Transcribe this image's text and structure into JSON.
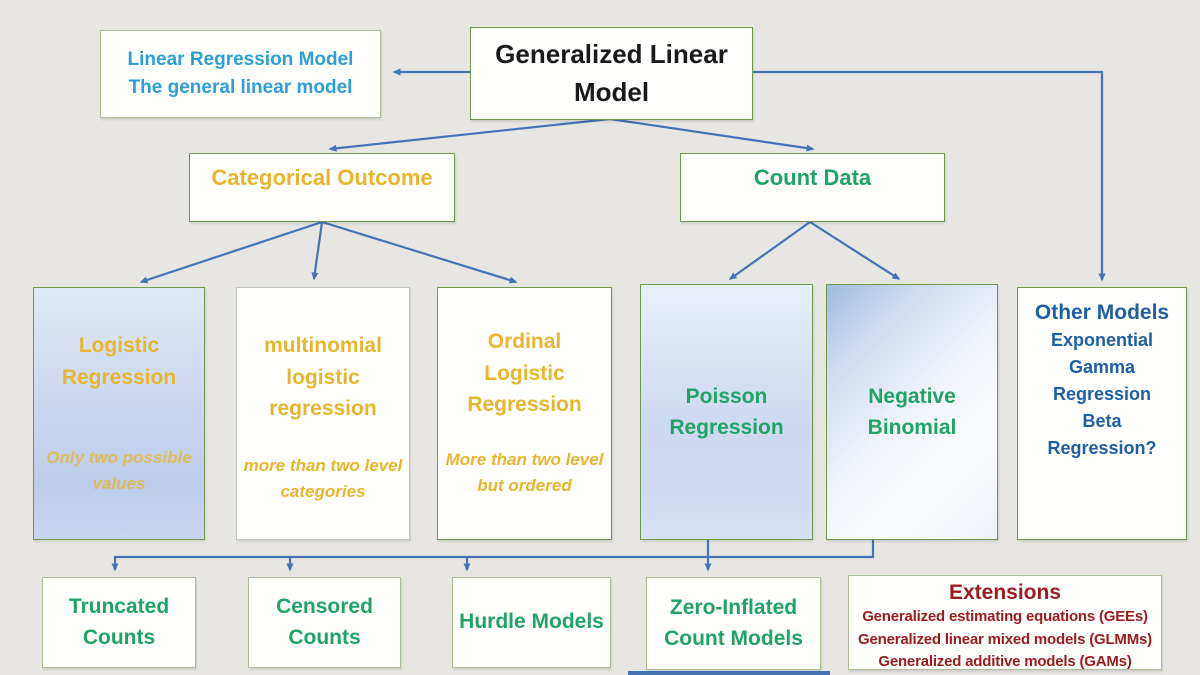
{
  "colors": {
    "bg": "#e8e6e3",
    "border-green": "#6f9a4e",
    "border-sage": "#abbf96",
    "wire-blue": "#4673b4",
    "gold": "#e8b52f",
    "green": "#21a366",
    "lt-blue": "#2e9fd6",
    "dk-blue": "#1e5fa5",
    "dk-red": "#9b1b1e"
  },
  "nodes": {
    "glm": {
      "label": "Generalized Linear Model"
    },
    "linear_regression": {
      "line1": "Linear Regression Model",
      "line2": "The general linear model"
    },
    "categorical_outcome": {
      "label": "Categorical Outcome"
    },
    "count_data": {
      "label": "Count Data"
    },
    "logistic": {
      "title": "Logistic Regression",
      "note": "Only two possible values"
    },
    "multinomial": {
      "title": "multinomial logistic regression",
      "note": "more than two level categories"
    },
    "ordinal": {
      "title": "Ordinal Logistic Regression",
      "note": "More than two level but ordered"
    },
    "poisson": {
      "title": "Poisson Regression"
    },
    "negative_binomial": {
      "title": "Negative Binomial"
    },
    "other_models": {
      "title": "Other Models",
      "lines": [
        "Exponential",
        "Gamma",
        "Regression",
        "Beta",
        "Regression?"
      ]
    },
    "truncated": {
      "label": "Truncated Counts"
    },
    "censored": {
      "label": "Censored Counts"
    },
    "hurdle": {
      "label": "Hurdle Models"
    },
    "zero_inflated": {
      "label": "Zero-Inflated Count Models"
    },
    "extensions": {
      "title": "Extensions",
      "lines": [
        "Generalized estimating equations (GEEs)",
        "Generalized linear mixed models (GLMMs)",
        "Generalized additive models (GAMs)"
      ]
    }
  }
}
